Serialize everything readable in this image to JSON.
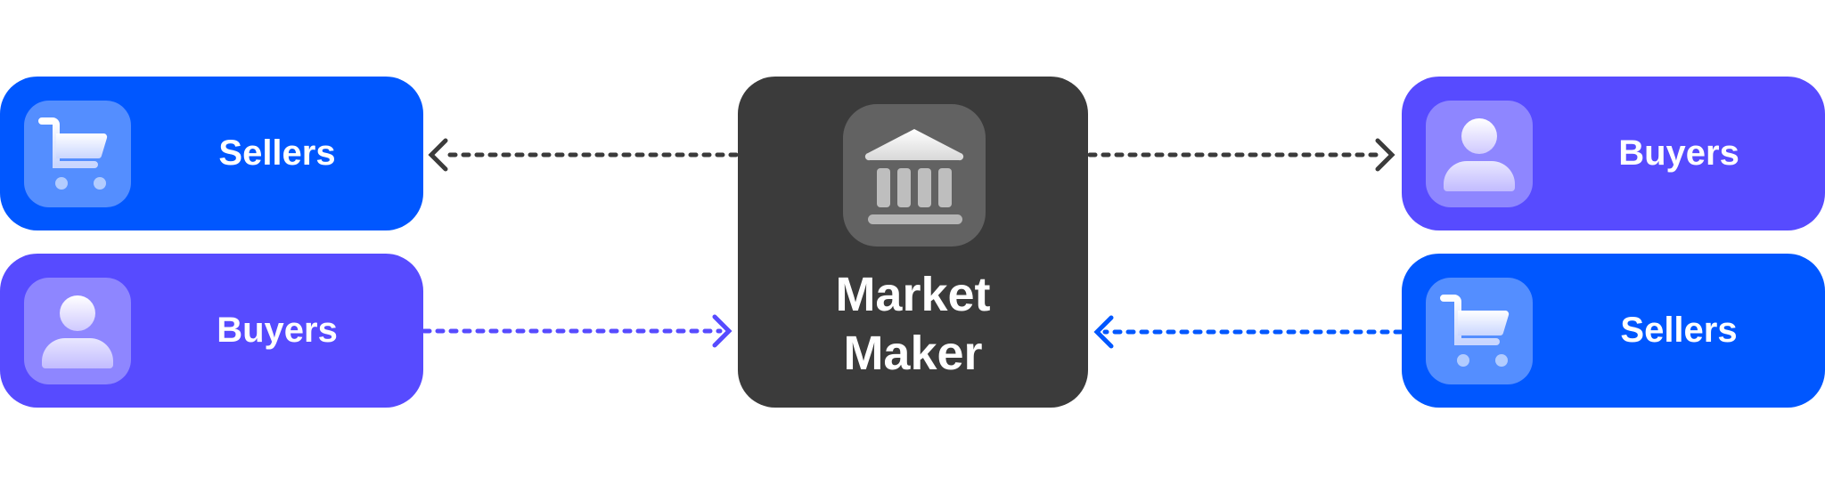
{
  "center": {
    "title_line1": "Market",
    "title_line2": "Maker",
    "icon": "bank-icon",
    "color": "#3b3b3b"
  },
  "left": [
    {
      "label": "Sellers",
      "icon": "shopping-cart-icon",
      "color": "#0057ff",
      "arrow": "from-center",
      "arrow_color": "#3b3b3b"
    },
    {
      "label": "Buyers",
      "icon": "user-icon",
      "color": "#574bff",
      "arrow": "to-center",
      "arrow_color": "#574bff"
    }
  ],
  "right": [
    {
      "label": "Buyers",
      "icon": "user-icon",
      "color": "#574bff",
      "arrow": "from-center",
      "arrow_color": "#3b3b3b"
    },
    {
      "label": "Sellers",
      "icon": "shopping-cart-icon",
      "color": "#0057ff",
      "arrow": "to-center",
      "arrow_color": "#0057ff"
    }
  ]
}
